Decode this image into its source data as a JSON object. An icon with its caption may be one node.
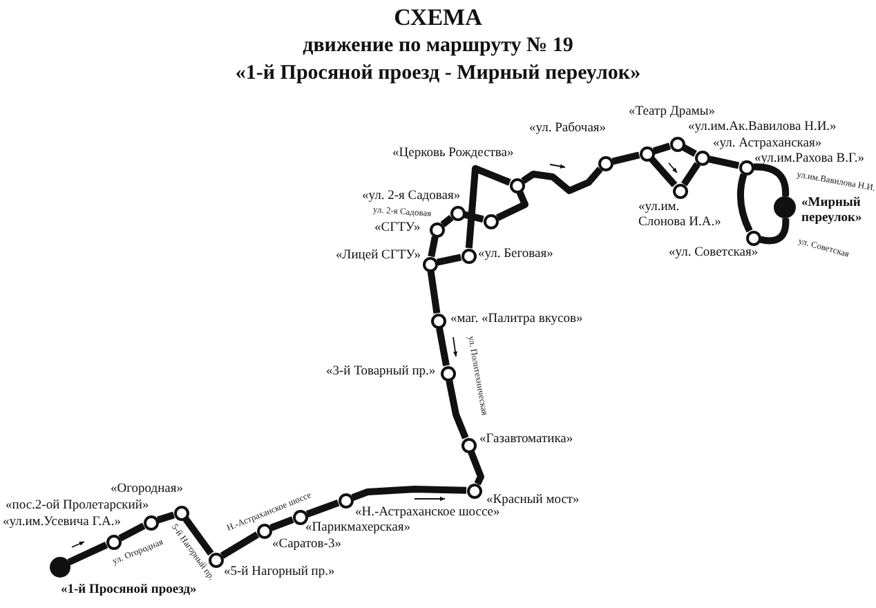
{
  "diagram": {
    "title": "СХЕМА движение по маршруту № 19 «1-й Просяной проезд - Мирный переулок»",
    "nodes": [
      {
        "text": [],
        "shape": "circle",
        "beside": [
          "«1-й Просяной проезд»"
        ]
      },
      {
        "text": [],
        "shape": "circle",
        "beside": [
          "«ул.им.Усевича Г.А.»"
        ]
      },
      {
        "text": [],
        "shape": "circle",
        "beside": [
          "«пос.2-ой Пролетарский»"
        ]
      },
      {
        "text": [],
        "shape": "circle",
        "beside": [
          "«Огородная»"
        ]
      },
      {
        "text": [],
        "shape": "circle",
        "beside": [
          "«5-й Нагорный пр.»"
        ]
      },
      {
        "text": [],
        "shape": "circle",
        "beside": [
          "«Саратов-3»"
        ]
      },
      {
        "text": [],
        "shape": "circle",
        "beside": [
          "«Парикмахерская»"
        ]
      },
      {
        "text": [],
        "shape": "circle",
        "beside": [
          "«Н.-Астраханское шоссе»"
        ]
      },
      {
        "text": [],
        "shape": "circle",
        "beside": [
          "«Красный мост»"
        ]
      },
      {
        "text": [],
        "shape": "circle",
        "beside": [
          "«Газавтоматика»"
        ]
      },
      {
        "text": [],
        "shape": "circle",
        "beside": [
          "«3-й Товарный пр.»"
        ]
      },
      {
        "text": [],
        "shape": "circle",
        "beside": [
          "«маг. «Палитра вкусов»"
        ]
      },
      {
        "text": [],
        "shape": "circle",
        "beside": [
          "«Лицей СГТУ»"
        ]
      },
      {
        "text": [],
        "shape": "circle",
        "beside": [
          "«ул. Беговая»"
        ]
      },
      {
        "text": [],
        "shape": "circle",
        "beside": [
          "«СГТУ»"
        ]
      },
      {
        "text": [],
        "shape": "circle",
        "beside": [
          "«ул. 2-я Садовая»"
        ]
      },
      {
        "text": [],
        "shape": "circle"
      },
      {
        "text": [],
        "shape": "circle",
        "beside": [
          "«Церковь Рождества»"
        ]
      },
      {
        "text": [],
        "shape": "circle",
        "beside": [
          "«ул. Рабочая»"
        ]
      },
      {
        "text": [],
        "shape": "circle",
        "beside": [
          "«Театр Драмы»"
        ]
      },
      {
        "text": [],
        "shape": "circle",
        "beside": [
          "«ул.им.Ак.Вавилова Н.И.»"
        ]
      },
      {
        "text": [],
        "shape": "circle",
        "beside": [
          "«ул. Астраханская»"
        ]
      },
      {
        "text": [],
        "shape": "circle",
        "beside": [
          "«ул.им. Слонова И.А.»"
        ]
      },
      {
        "text": [],
        "shape": "circle",
        "beside": [
          "«ул.им.Рахова В.Г.»"
        ]
      },
      {
        "text": [],
        "shape": "circle",
        "beside": [
          "«ул. Советская»"
        ]
      },
      {
        "text": [],
        "shape": "circle",
        "beside": [
          "«Мирный переулок»"
        ]
      }
    ],
    "edges": [
      {
        "from": 0,
        "to": 1,
        "arrow": "none"
      },
      {
        "from": 1,
        "to": 2,
        "arrow": "none"
      },
      {
        "from": 2,
        "to": 3,
        "arrow": "none"
      },
      {
        "from": 3,
        "to": 4,
        "arrow": "none"
      },
      {
        "from": 4,
        "to": 5,
        "arrow": "none"
      },
      {
        "from": 5,
        "to": 6,
        "arrow": "none"
      },
      {
        "from": 6,
        "to": 7,
        "arrow": "none"
      },
      {
        "from": 7,
        "to": 8,
        "arrow": "none"
      },
      {
        "from": 8,
        "to": 9,
        "arrow": "none"
      },
      {
        "from": 9,
        "to": 10,
        "arrow": "none"
      },
      {
        "from": 10,
        "to": 11,
        "arrow": "none"
      },
      {
        "from": 11,
        "to": 12,
        "arrow": "none"
      },
      {
        "from": 12,
        "to": 13,
        "arrow": "none"
      },
      {
        "from": 12,
        "to": 14,
        "arrow": "none"
      },
      {
        "from": 14,
        "to": 15,
        "arrow": "none"
      },
      {
        "from": 15,
        "to": 16,
        "arrow": "none"
      },
      {
        "from": 16,
        "to": 17,
        "arrow": "none"
      },
      {
        "from": 13,
        "to": 17,
        "arrow": "none"
      },
      {
        "from": 17,
        "to": 18,
        "arrow": "none"
      },
      {
        "from": 18,
        "to": 19,
        "arrow": "none"
      },
      {
        "from": 19,
        "to": 20,
        "arrow": "none"
      },
      {
        "from": 19,
        "to": 22,
        "arrow": "none"
      },
      {
        "from": 22,
        "to": 21,
        "arrow": "none"
      },
      {
        "from": 20,
        "to": 21,
        "arrow": "none"
      },
      {
        "from": 21,
        "to": 23,
        "arrow": "none"
      },
      {
        "from": 23,
        "to": 25,
        "arrow": "none"
      },
      {
        "from": 25,
        "to": 24,
        "arrow": "none"
      },
      {
        "from": 24,
        "to": 23,
        "arrow": "none"
      }
    ],
    "labels": [
      "ул. 2-я Садовая",
      "ул.им.Вавилова Н.И.",
      "ул. Советская",
      "ул. Политехническая",
      "Н.-Астраханское шоссе",
      "ул. Огородная",
      "5-й Нагорный пр."
    ]
  }
}
